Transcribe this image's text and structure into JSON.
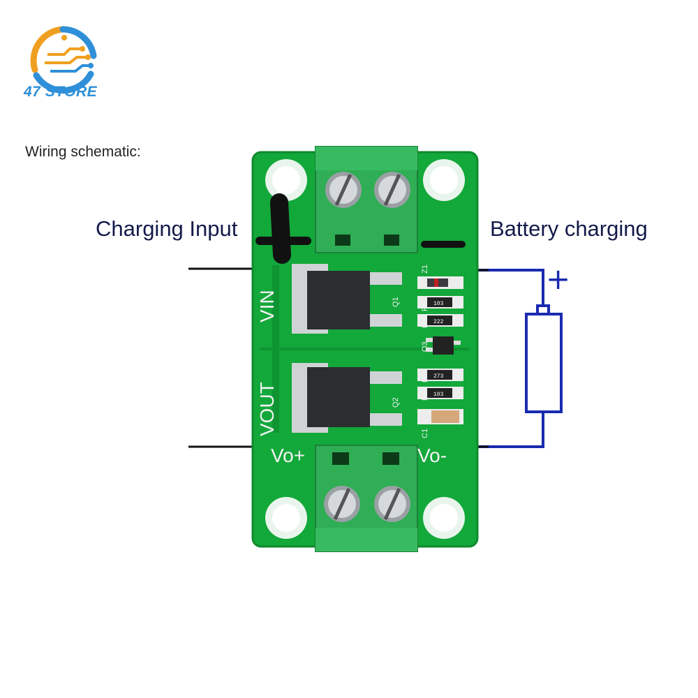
{
  "brand": {
    "name": "47 STORE",
    "accent": "#2f8fd8",
    "accent2": "#f0a020"
  },
  "caption": "Wiring schematic:",
  "labels": {
    "charging_input": "Charging Input",
    "battery_charging": "Battery charging"
  },
  "board": {
    "color": "#13a83a",
    "terminal_color": "#2fae55",
    "silk": {
      "vin": "VIN",
      "vout": "VOUT",
      "vo_plus": "Vo+",
      "vo_minus": "Vo-",
      "q1": "Q1",
      "q2": "Q2",
      "q3": "Q3",
      "z1": "Z1",
      "r1": "R1",
      "r2": "R2",
      "r3": "R3",
      "r4": "R4",
      "c1": "C1"
    },
    "resistor_codes": {
      "r1": "103",
      "r3": "222",
      "r4": "273",
      "r2": "103"
    }
  },
  "battery": {
    "plus_symbol": "+"
  },
  "icons": [
    "store-logo-icon",
    "screw-icon",
    "mounting-hole-icon",
    "battery-icon"
  ]
}
